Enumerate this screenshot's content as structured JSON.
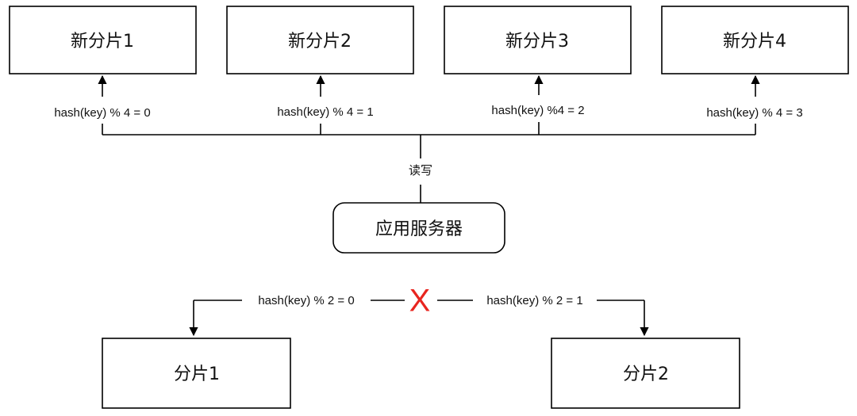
{
  "new_shards": [
    {
      "label": "新分片1",
      "rule": "hash(key) % 4 = 0"
    },
    {
      "label": "新分片2",
      "rule": "hash(key) % 4 = 1"
    },
    {
      "label": "新分片3",
      "rule": "hash(key) %4 = 2"
    },
    {
      "label": "新分片4",
      "rule": "hash(key) % 4 = 3"
    }
  ],
  "read_write_label": "读写",
  "app_server": {
    "label": "应用服务器"
  },
  "blocked_mark": "X",
  "old_shards": [
    {
      "label": "分片1",
      "rule": "hash(key) % 2 = 0"
    },
    {
      "label": "分片2",
      "rule": "hash(key) % 2 = 1"
    }
  ],
  "colors": {
    "stroke": "#000000",
    "blocked": "#e8251f"
  }
}
